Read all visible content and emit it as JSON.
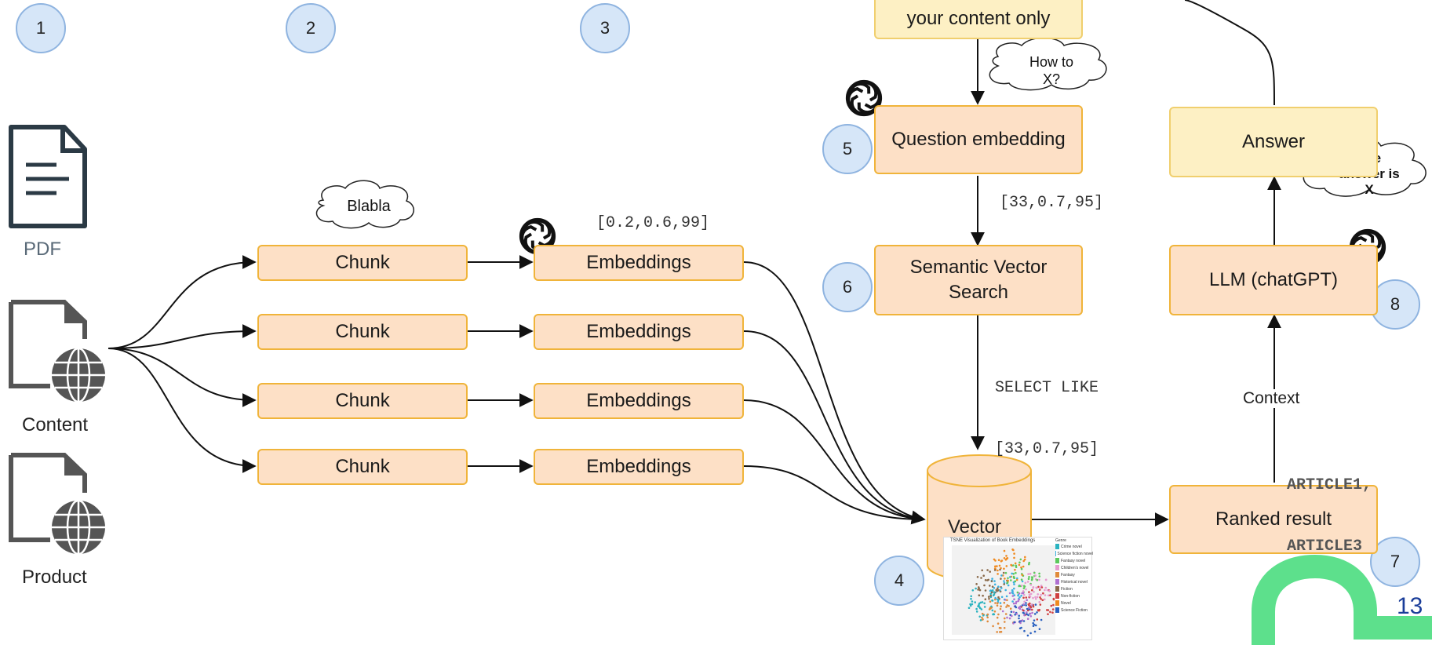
{
  "badges": [
    "1",
    "2",
    "3",
    "4",
    "5",
    "6",
    "7",
    "8"
  ],
  "sources": {
    "pdf": "PDF",
    "content": "Content",
    "product": "Product"
  },
  "cloud_blabla": "Blabla",
  "chunk_label": "Chunk",
  "embeddings_label": "Embeddings",
  "embedding_vector": "[0.2,0.6,99]",
  "top_box": "your content only",
  "question_cloud": {
    "line1": "How to",
    "line2": "X?"
  },
  "question_embedding": "Question embedding",
  "question_vector": "[33,0.7,95]",
  "semantic_search": {
    "line1": "Semantic Vector",
    "line2": "Search"
  },
  "select_query": {
    "line1": "SELECT LIKE",
    "line2": "[33,0.7,95]"
  },
  "vector_db": "Vector",
  "ranked_result": "Ranked result",
  "articles": {
    "line1": "ARTICLE1,",
    "line2": "ARTICLE3"
  },
  "context": "Context",
  "llm": "LLM (chatGPT)",
  "answer": "Answer",
  "answer_cloud": {
    "line1": "The",
    "line2": "answer is",
    "line3": "X"
  },
  "tsne": {
    "title": "TSNE Visualization of Book Embeddings",
    "legend_title": "Genre",
    "legend": [
      "Crime novel",
      "Science fiction novel",
      "Fantasy novel",
      "Children's novel",
      "Fantasy",
      "Historical novel",
      "Fiction",
      "Non-fiction",
      "Novel",
      "Science Fiction"
    ],
    "colors": [
      "#2bb3c0",
      "#3ab0e0",
      "#5cc95c",
      "#e69ad0",
      "#e08a3a",
      "#b070d0",
      "#8a6a4a",
      "#d04040",
      "#f08a20",
      "#2a60c0"
    ]
  },
  "page_number": "13",
  "colors": {
    "box_fill": "#fde0c6",
    "box_border": "#f0b43a",
    "answer_fill": "#fdf0c4",
    "badge_fill": "#d6e6f8",
    "brand_green": "#5de08c",
    "page_number": "#1a3d99"
  }
}
